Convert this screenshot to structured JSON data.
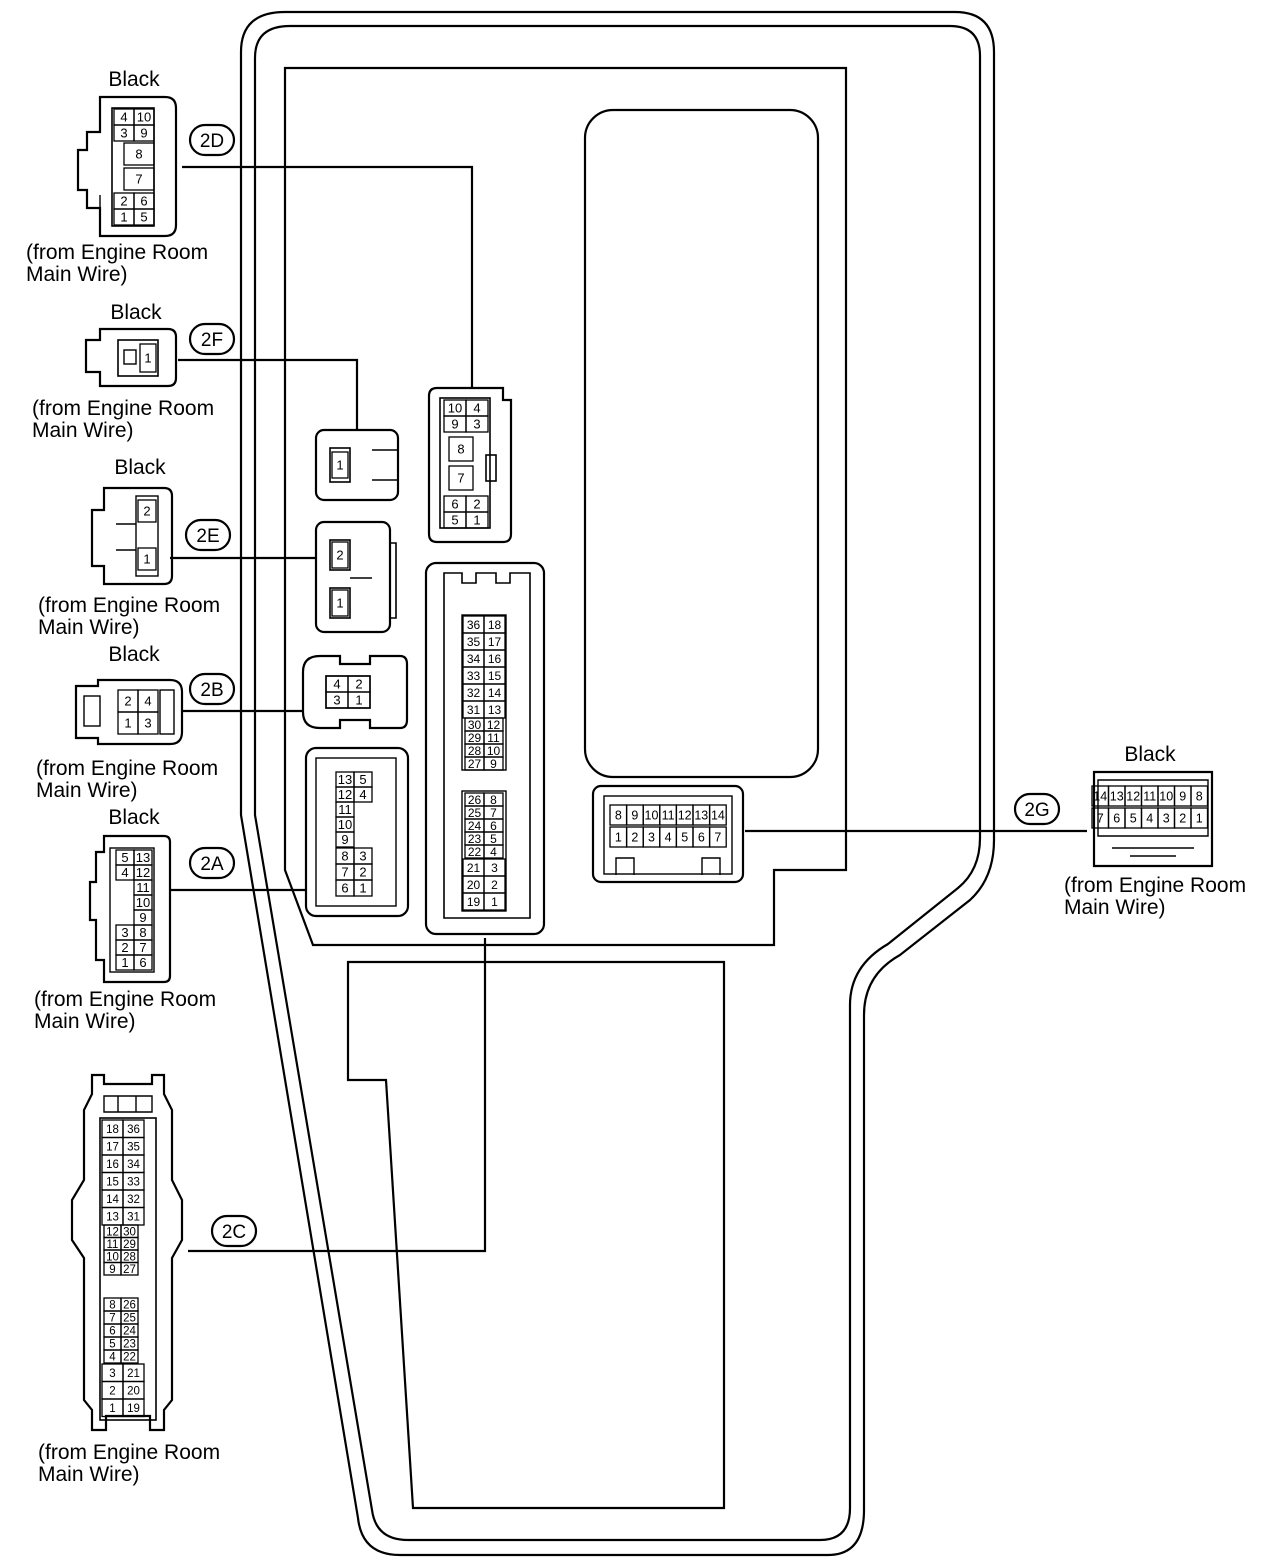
{
  "connectors": {
    "2D": {
      "tag": "2D",
      "color": "Black",
      "source_line1": "(from Engine Room",
      "source_line2": "Main Wire)",
      "pins": [
        "4",
        "10",
        "3",
        "9",
        "8",
        "7",
        "2",
        "6",
        "1",
        "5"
      ]
    },
    "2F": {
      "tag": "2F",
      "color": "Black",
      "source_line1": "(from Engine Room",
      "source_line2": "Main Wire)",
      "pins": [
        "1"
      ]
    },
    "2E": {
      "tag": "2E",
      "color": "Black",
      "source_line1": "(from Engine Room",
      "source_line2": "Main Wire)",
      "pins": [
        "2",
        "1"
      ]
    },
    "2B": {
      "tag": "2B",
      "color": "Black",
      "source_line1": "(from Engine Room",
      "source_line2": "Main Wire)",
      "pins": [
        "2",
        "4",
        "1",
        "3"
      ]
    },
    "2A": {
      "tag": "2A",
      "color": "Black",
      "source_line1": "(from Engine Room",
      "source_line2": "Main Wire)",
      "pins": [
        "5",
        "13",
        "4",
        "12",
        "11",
        "10",
        "9",
        "3",
        "8",
        "2",
        "7",
        "1",
        "6"
      ]
    },
    "2C": {
      "tag": "2C",
      "source_line1": "(from Engine Room",
      "source_line2": "Main Wire)",
      "pins": [
        "18",
        "36",
        "17",
        "35",
        "16",
        "34",
        "15",
        "33",
        "14",
        "32",
        "13",
        "31",
        "12",
        "30",
        "11",
        "29",
        "10",
        "28",
        "9",
        "27",
        "8",
        "26",
        "7",
        "25",
        "6",
        "24",
        "5",
        "23",
        "4",
        "22",
        "3",
        "21",
        "2",
        "20",
        "1",
        "19"
      ]
    },
    "2G": {
      "tag": "2G",
      "color": "Black",
      "source_line1": "(from Engine Room",
      "source_line2": "Main Wire)",
      "pins": [
        "14",
        "13",
        "12",
        "11",
        "10",
        "9",
        "8",
        "7",
        "6",
        "5",
        "4",
        "3",
        "2",
        "1"
      ]
    }
  },
  "block_sockets": {
    "2D": [
      "10",
      "4",
      "9",
      "3",
      "8",
      "7",
      "6",
      "2",
      "5",
      "1"
    ],
    "2F": [
      "1"
    ],
    "2E": [
      "2",
      "1"
    ],
    "2B": [
      "4",
      "2",
      "3",
      "1"
    ],
    "2A": [
      "13",
      "5",
      "12",
      "4",
      "11",
      "10",
      "9",
      "8",
      "3",
      "7",
      "2",
      "6",
      "1"
    ],
    "2C": [
      "36",
      "18",
      "35",
      "17",
      "34",
      "16",
      "33",
      "15",
      "32",
      "14",
      "31",
      "13",
      "30",
      "12",
      "29",
      "11",
      "28",
      "10",
      "27",
      "9",
      "26",
      "8",
      "25",
      "7",
      "24",
      "6",
      "23",
      "5",
      "22",
      "4",
      "21",
      "3",
      "20",
      "2",
      "19",
      "1"
    ],
    "2G": [
      "8",
      "9",
      "10",
      "11",
      "12",
      "13",
      "14",
      "1",
      "2",
      "3",
      "4",
      "5",
      "6",
      "7"
    ]
  }
}
